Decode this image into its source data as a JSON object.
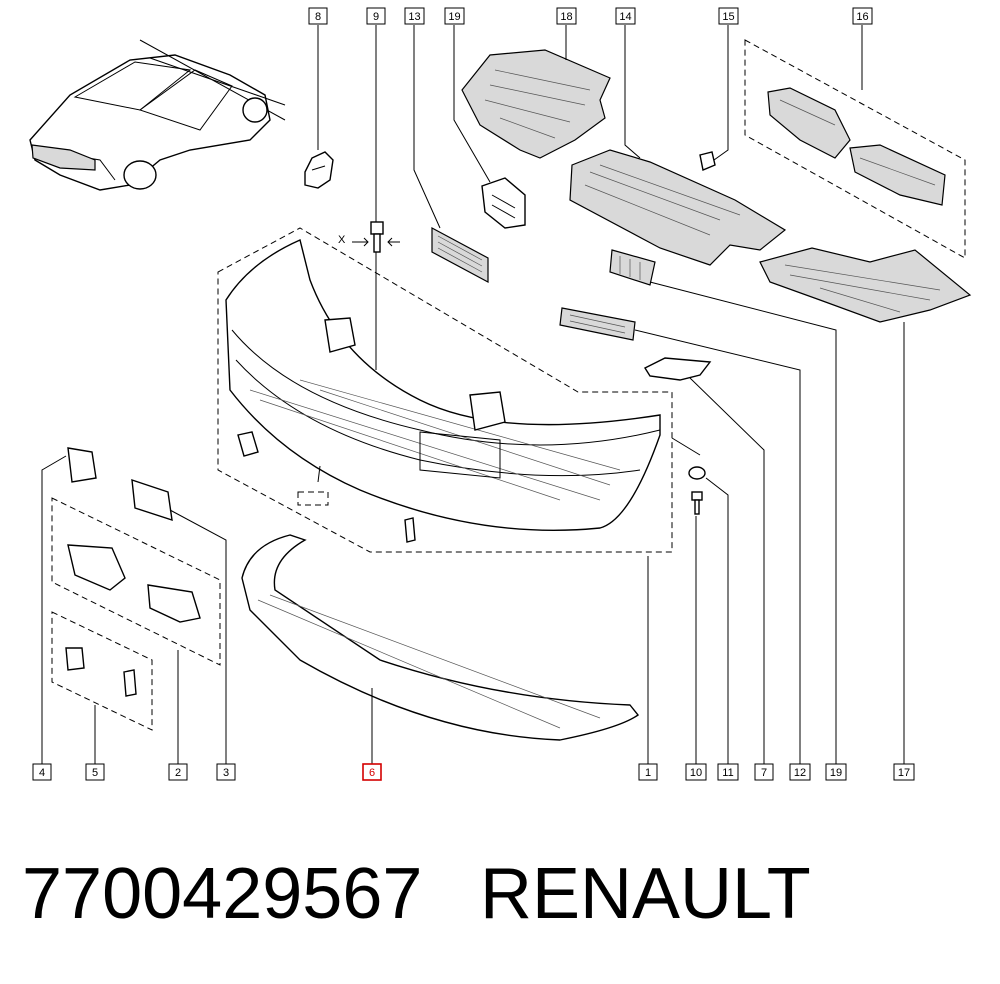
{
  "callouts": [
    {
      "id": "c8",
      "label": "8"
    },
    {
      "id": "c9",
      "label": "9"
    },
    {
      "id": "c13",
      "label": "13"
    },
    {
      "id": "c19a",
      "label": "19"
    },
    {
      "id": "c18",
      "label": "18"
    },
    {
      "id": "c14",
      "label": "14"
    },
    {
      "id": "c15",
      "label": "15"
    },
    {
      "id": "c16",
      "label": "16"
    },
    {
      "id": "c4",
      "label": "4"
    },
    {
      "id": "c5",
      "label": "5"
    },
    {
      "id": "c2",
      "label": "2"
    },
    {
      "id": "c3",
      "label": "3"
    },
    {
      "id": "c6",
      "label": "6",
      "selected": true
    },
    {
      "id": "c1",
      "label": "1"
    },
    {
      "id": "c10",
      "label": "10"
    },
    {
      "id": "c11",
      "label": "11"
    },
    {
      "id": "c7",
      "label": "7"
    },
    {
      "id": "c12",
      "label": "12"
    },
    {
      "id": "c19b",
      "label": "19"
    },
    {
      "id": "c17",
      "label": "17"
    }
  ],
  "marker_x": "X",
  "part_number": "7700429567",
  "brand": "RENAULT",
  "colors": {
    "selected_callout": "#d40000",
    "line": "#000000",
    "shading": "#d9d9d9"
  }
}
